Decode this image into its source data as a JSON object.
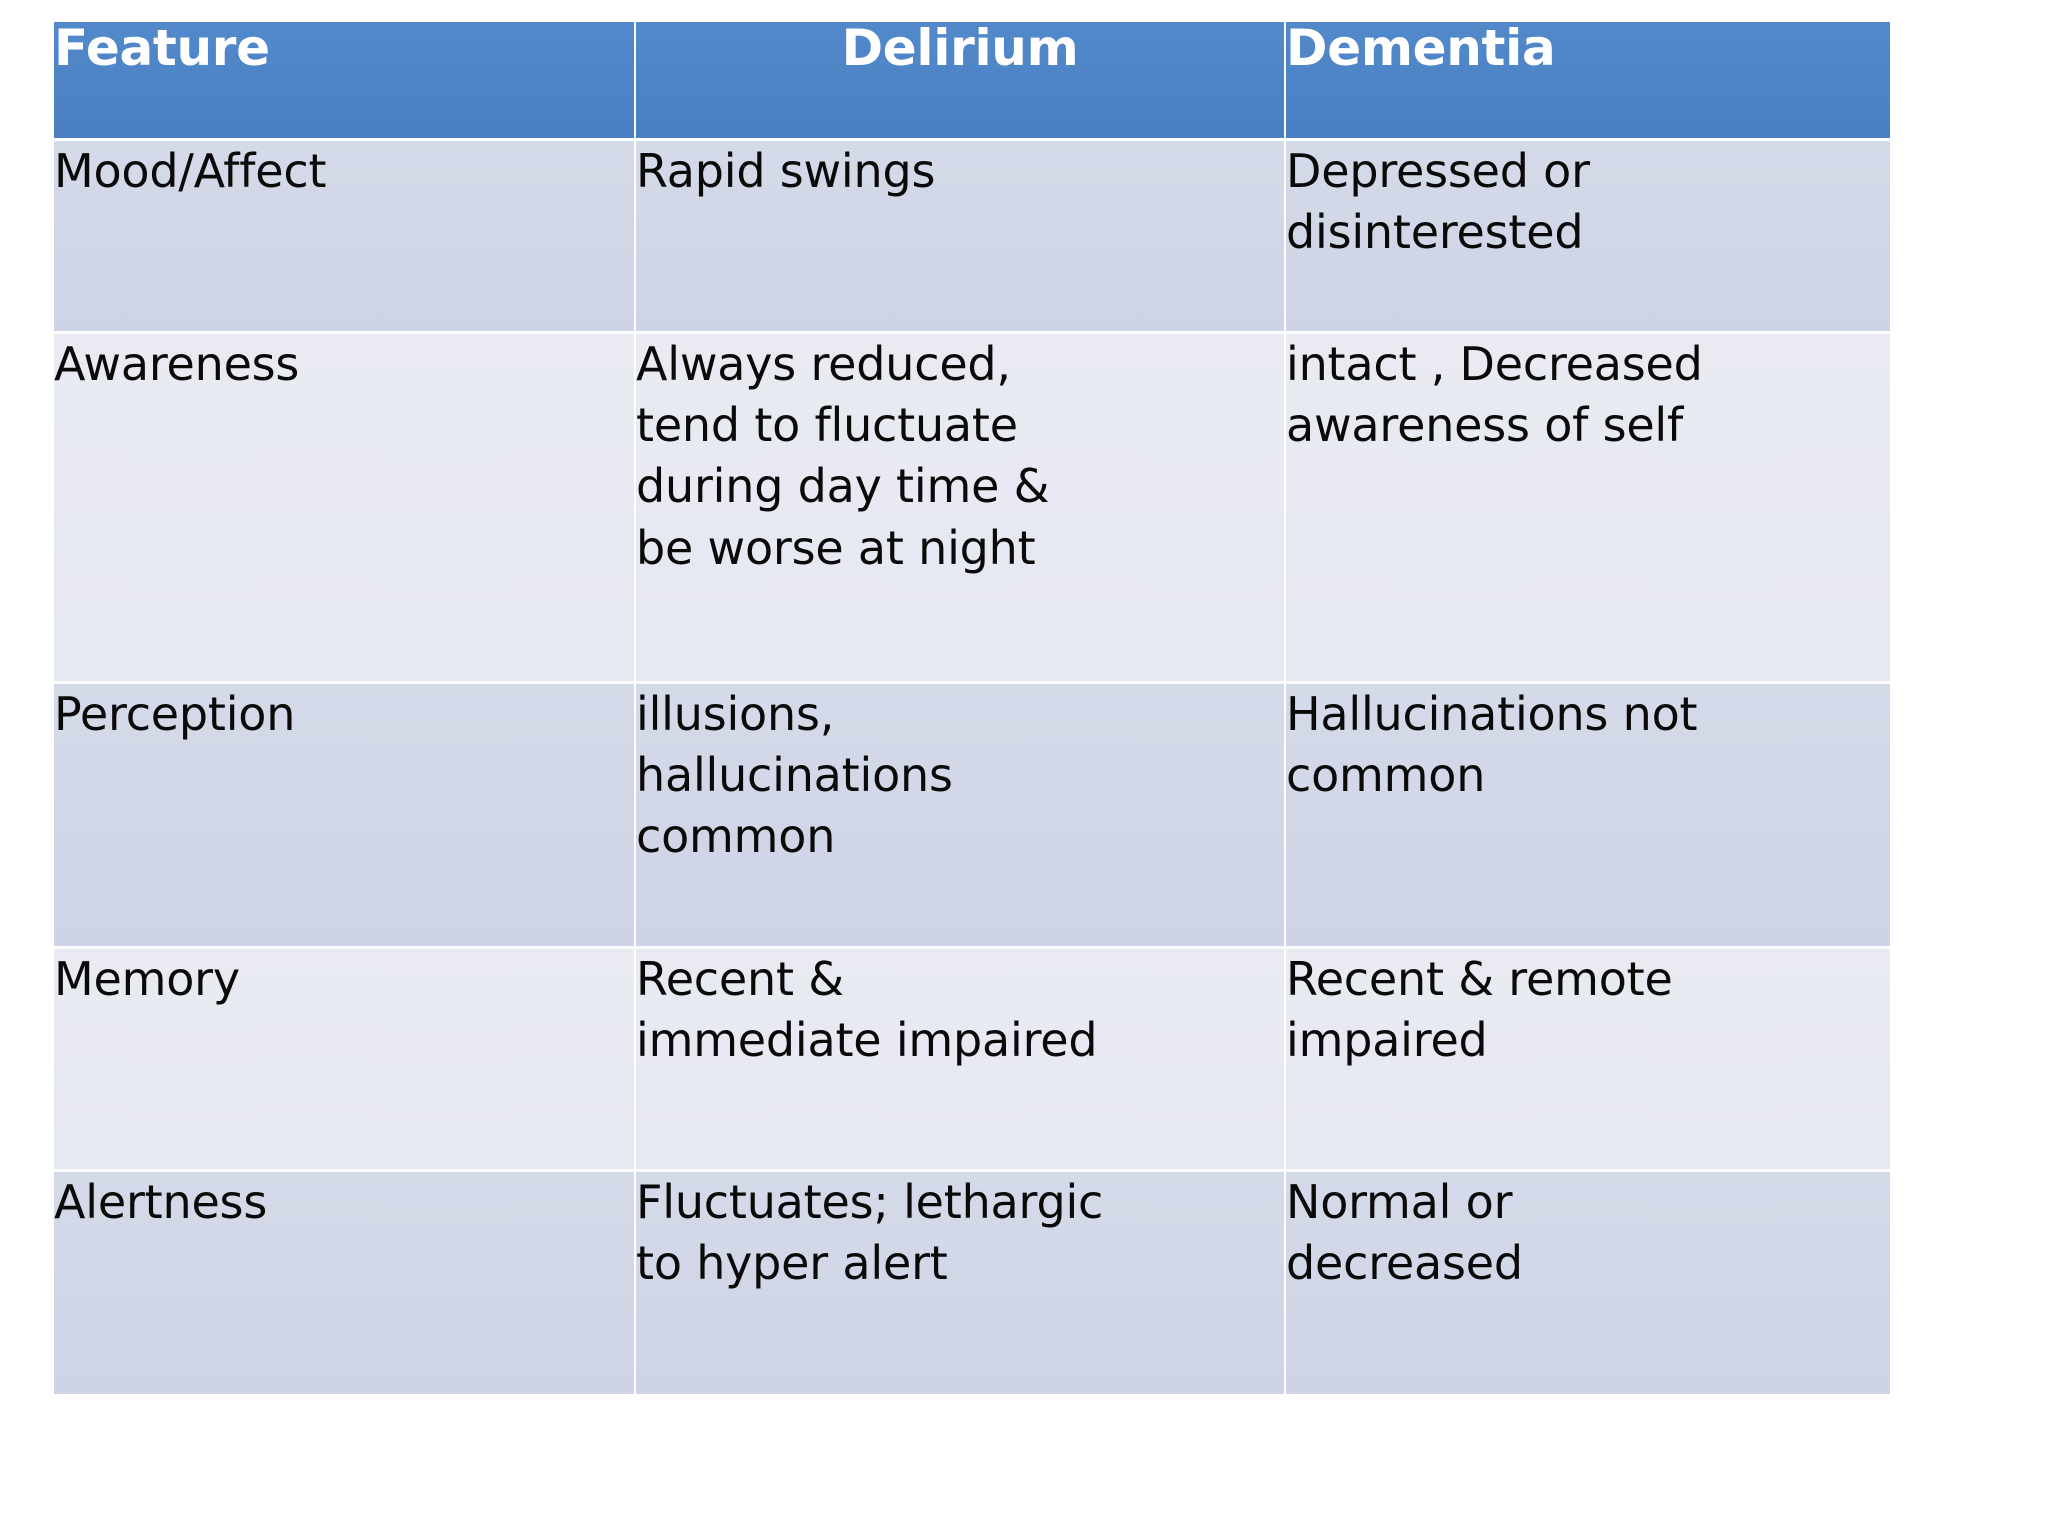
{
  "slide": {
    "background_color": "#ffffff",
    "accent_header_color": "#4a80c2",
    "band_dark_color": "#d5dae9",
    "band_light_color": "#e9eaf2",
    "text_color": "#000000",
    "header_text_color": "#ffffff"
  },
  "table": {
    "headers": [
      "Feature",
      "Delirium",
      "Dementia"
    ],
    "rows": [
      {
        "feature": "Mood/Affect",
        "delirium": "Rapid swings",
        "dementia": "Depressed or\ndisinterested"
      },
      {
        "feature": "Awareness",
        "delirium": "Always reduced,\ntend to fluctuate\nduring  day time &\nbe worse at night",
        "dementia": " intact , Decreased\nawareness of self"
      },
      {
        "feature": "Perception",
        "delirium": "illusions,\nhallucinations\ncommon",
        "dementia": "Hallucinations not\ncommon"
      },
      {
        "feature": "Memory",
        "delirium": "Recent &\nimmediate impaired",
        "dementia": "Recent & remote\nimpaired"
      },
      {
        "feature": "Alertness",
        "delirium": "Fluctuates; lethargic\nto hyper alert",
        "dementia": "Normal or\ndecreased"
      }
    ]
  }
}
